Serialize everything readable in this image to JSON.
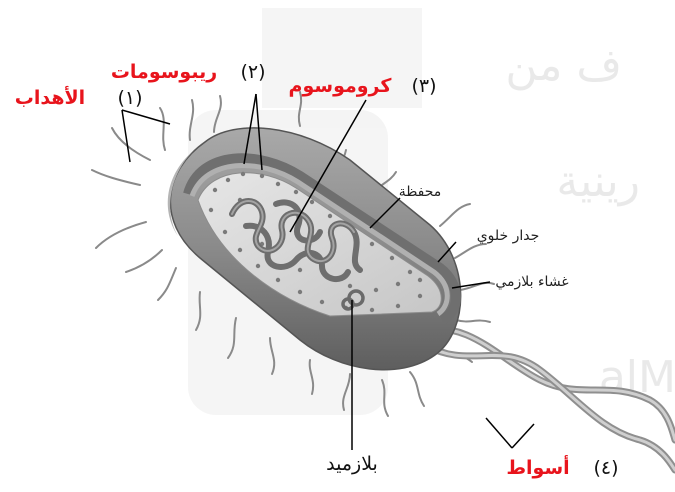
{
  "watermark": {
    "line1": "ف من",
    "line2": "رينية",
    "line3": "alM"
  },
  "labels": {
    "flagella_num": "(١)",
    "flagella_name": "الأهداب",
    "ribosomes_num": "(٢)",
    "ribosomes_name": "ريبوسومات",
    "chromosome_num": "(٣)",
    "chromosome_name": "كروموسوم",
    "capsule": "محفظة",
    "cell_wall": "جدار خلوي",
    "plasma_membrane": "غشاء بلازمي",
    "plasmid": "بلازميد",
    "whip_num": "(٤)",
    "whip_name": "أسواط"
  },
  "colors": {
    "label_red": "#e8141c",
    "label_black": "#111111",
    "cell_outer": "#8c8c8c",
    "cell_inner": "#d7d7d7"
  }
}
